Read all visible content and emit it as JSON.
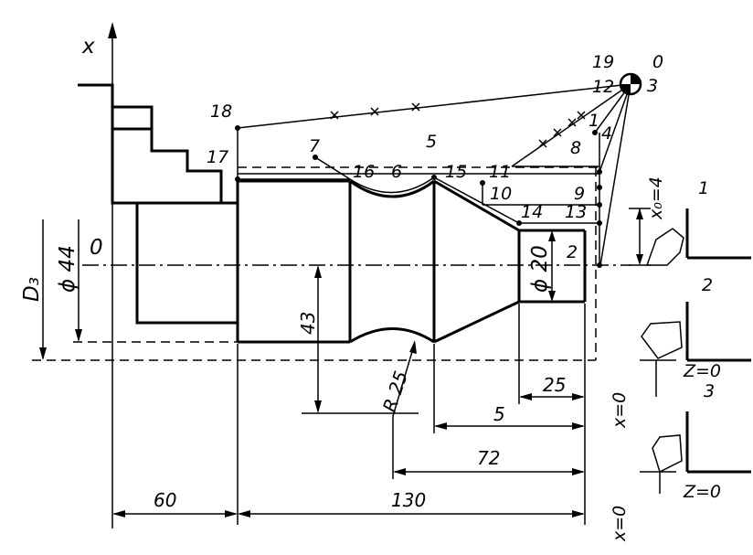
{
  "axes": {
    "x_axis_label": "x",
    "origin_label": "0"
  },
  "point_labels": {
    "p1": "1",
    "p2": "2",
    "p3": "3",
    "p4": "4",
    "p5": "5",
    "p6": "6",
    "p7": "7",
    "p8": "8",
    "p9": "9",
    "p10": "10",
    "p11": "11",
    "p12": "12",
    "p13": "13",
    "p14": "14",
    "p15": "15",
    "p16": "16",
    "p17": "17",
    "p18": "18",
    "p19": "19",
    "p0": "0"
  },
  "top_right": {
    "start_point": "3",
    "offset": "x₀=4"
  },
  "diameters": {
    "d3": "D₃",
    "phi44": "ϕ 44",
    "phi20": "ϕ 20"
  },
  "dimensions": {
    "d43": "43",
    "r25": "R 25",
    "d25": "25",
    "d5": "5",
    "d72": "72",
    "d130": "130",
    "d60": "60"
  },
  "tools": {
    "tool1_number": "1",
    "tool2_number": "2",
    "tool2_z": "Z=0",
    "tool2_x": "x=0",
    "tool3_number": "3",
    "tool3_z": "Z=0",
    "tool3_x": "x=0"
  },
  "colors": {
    "ink": "#000000",
    "paper": "#ffffff"
  }
}
